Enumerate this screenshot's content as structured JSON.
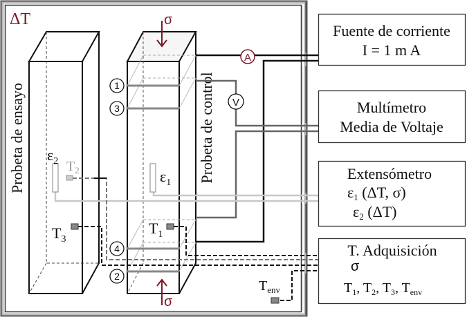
{
  "chamber": {
    "label": "ΔT"
  },
  "specimens": {
    "test": {
      "label": "Probeta de ensayo",
      "strain": "ε",
      "strain_sub": "2",
      "temp1": "T",
      "temp1_sub": "2",
      "temp2": "T",
      "temp2_sub": "3"
    },
    "control": {
      "label": "Probeta de control",
      "strain": "ε",
      "strain_sub": "1",
      "temp": "T",
      "temp_sub": "1",
      "bands": [
        "1",
        "3",
        "4",
        "2"
      ]
    }
  },
  "load": {
    "top": "σ",
    "bottom": "σ"
  },
  "meters": {
    "ammeter": "A",
    "voltmeter": "V"
  },
  "env_sensor": {
    "label": "T",
    "sub": "env"
  },
  "boxes": {
    "source": {
      "line1": "Fuente de corriente",
      "line2": "I = 1 m A"
    },
    "multimeter": {
      "line1": "Multímetro",
      "line2": "Media de Voltaje"
    },
    "extensometer": {
      "line1": "Extensómetro",
      "e1": "ε",
      "e1_sub": "1",
      "e1_args": " (ΔT, σ)",
      "e2": "ε",
      "e2_sub": "2",
      "e2_args": " (ΔT)"
    },
    "acquisition": {
      "line1": "T. Adquisición",
      "line2": "σ",
      "t_list": [
        [
          "T",
          "1",
          ", "
        ],
        [
          "T",
          "2",
          ", "
        ],
        [
          "T",
          "3",
          ", "
        ],
        [
          "T",
          "env",
          ""
        ]
      ]
    }
  },
  "colors": {
    "accent": "#7a1a2a",
    "wire_gray": "#666666",
    "wire_light": "#c8c8c8"
  }
}
